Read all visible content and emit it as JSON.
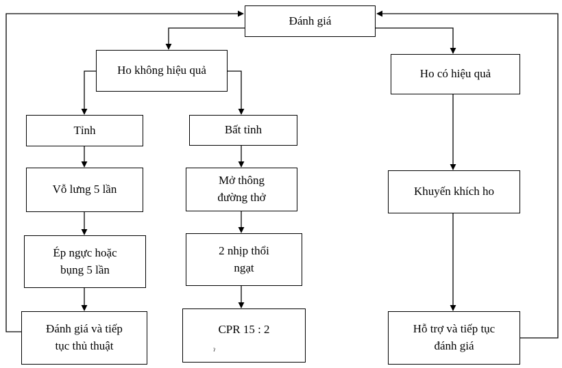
{
  "nodes": {
    "danh_gia": "Đánh giá",
    "ho_khong_hieu_qua": "Ho không hiệu quả",
    "ho_co_hieu_qua": "Ho có hiệu quả",
    "tinh": "Tỉnh",
    "bat_tinh": "Bất tỉnh",
    "vo_lung": "Vỗ lưng 5 lần",
    "mo_thong_line1": "Mở thông",
    "mo_thong_line2": "đường thở",
    "khuyen_khich": "Khuyến khích ho",
    "ep_nguc_line1": "Ép ngực hoặc",
    "ep_nguc_line2": "bụng 5 lần",
    "hai_nhip_line1": "2 nhịp thổi",
    "hai_nhip_line2": "ngạt",
    "danh_gia_tiep_line1": "Đánh giá và tiếp",
    "danh_gia_tiep_line2": "tục thủ thuật",
    "cpr": "CPR 15 : 2",
    "cpr_mark": "ˀ",
    "ho_tro_line1": "Hỗ trợ và tiếp tục",
    "ho_tro_line2": "đánh giá"
  },
  "colors": {
    "line": "#000000",
    "background": "#ffffff"
  }
}
